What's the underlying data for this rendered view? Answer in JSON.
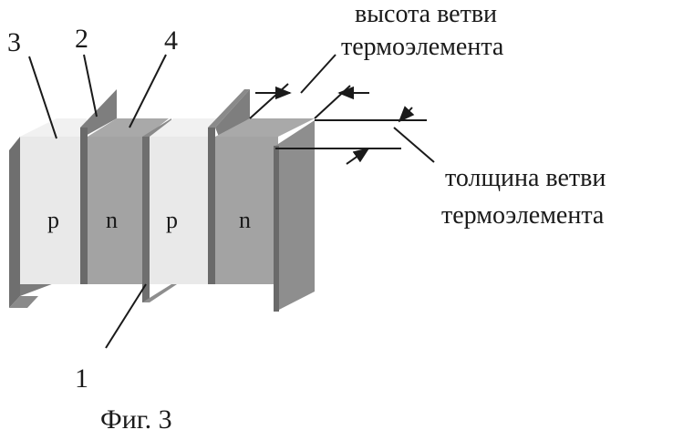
{
  "labels": {
    "part_1": "1",
    "part_2": "2",
    "part_3": "3",
    "part_4": "4",
    "leg_p_1": "p",
    "leg_n_1": "n",
    "leg_p_2": "p",
    "leg_n_2": "n",
    "height_line1": "высота ветви",
    "height_line2": "термоэлемента",
    "thickness_line1": "толщина ветви",
    "thickness_line2": "термоэлемента",
    "caption": "Фиг. 3"
  },
  "colors": {
    "p_leg": "#e9e9e9",
    "n_leg": "#a3a3a3",
    "plate": "#8e8e8e",
    "plate_edge": "#6f6f6f",
    "ink": "#1a1a1a"
  }
}
